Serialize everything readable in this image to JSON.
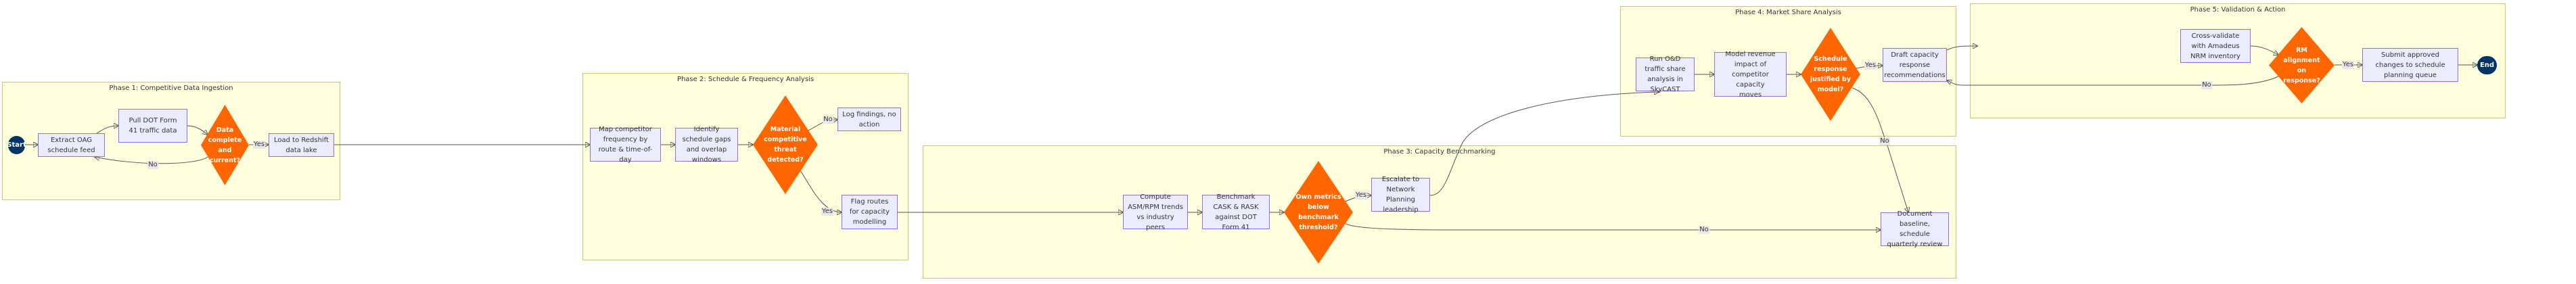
{
  "colors": {
    "cluster_fill": "#ffffde",
    "cluster_border": "#c8c87a",
    "node_fill": "#ececff",
    "node_border": "#9370db",
    "decision": "#ff6600",
    "terminal": "#003366",
    "edge_label_bg": "#e8e8e8"
  },
  "clusters": {
    "phase1": "Phase 1: Competitive Data Ingestion",
    "phase2": "Phase 2: Schedule & Frequency Analysis",
    "phase3": "Phase 3: Capacity Benchmarking",
    "phase4": "Phase 4: Market Share Analysis",
    "phase5": "Phase 5: Validation & Action"
  },
  "nodes": {
    "start": "Start",
    "extract": "Extract OAG schedule feed",
    "pull": "Pull DOT Form 41 traffic data",
    "d1": "Data complete and current?",
    "load": "Load to Redshift data lake",
    "map": "Map competitor frequency by route & time-of-day",
    "identify": "Identify schedule gaps and overlap windows",
    "d2": "Material competitive threat detected?",
    "log": "Log findings, no action",
    "flag": "Flag routes for capacity modelling",
    "compute": "Compute ASM/RPM trends vs industry peers",
    "benchmark": "Benchmark CASK & RASK against DOT Form 41",
    "d3": "Own metrics below benchmark threshold?",
    "escalate": "Escalate to Network Planning leadership",
    "document": "Document baseline, schedule quarterly review",
    "run": "Run O&D traffic share analysis in SkyCAST",
    "model": "Model revenue impact of competitor capacity moves",
    "d4": "Schedule response justified by model?",
    "draft": "Draft capacity response recommendations",
    "cross": "Cross-validate with Amadeus NRM inventory",
    "d5": "RM alignment on response?",
    "submit": "Submit approved changes to schedule planning queue",
    "end": "End"
  },
  "edge_labels": {
    "d1_no": "No",
    "d1_yes": "Yes",
    "d2_no": "No",
    "d2_yes": "Yes",
    "d3_yes": "Yes",
    "d3_no": "No",
    "d4_yes": "Yes",
    "d4_no": "No",
    "d5_no": "No",
    "d5_yes": "Yes"
  }
}
